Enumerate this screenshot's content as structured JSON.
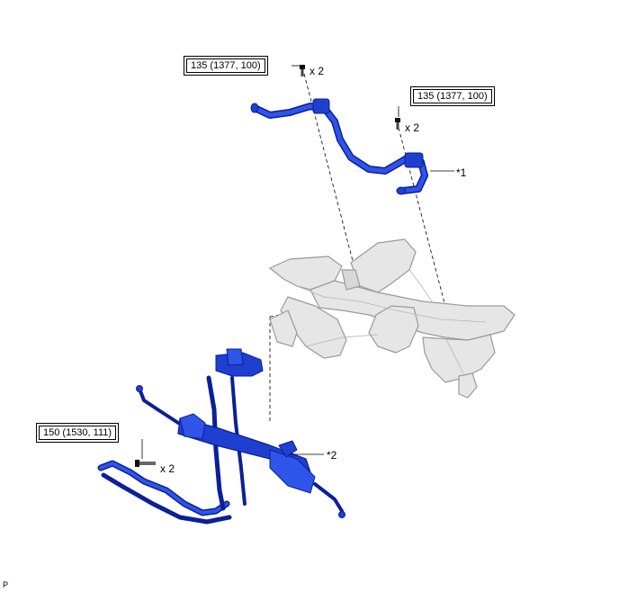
{
  "torque_specs": {
    "stabilizer_bolt_left": "135 (1377, 100)",
    "stabilizer_bolt_right": "135 (1377, 100)",
    "steering_gear_bolt": "150 (1530, 111)"
  },
  "quantities": {
    "stabilizer_bolt_left": "x 2",
    "stabilizer_bolt_right": "x 2",
    "steering_gear_bolt": "x 2"
  },
  "callouts": {
    "stabilizer_bar": "*1",
    "steering_gear": "*2"
  },
  "footer": {
    "code": "P"
  },
  "colors": {
    "part_blue": "#1f3fd0",
    "part_blue_dark": "#0b1f9a",
    "frame_gray": "#e6e6e6",
    "frame_edge": "#9a9a9a"
  }
}
